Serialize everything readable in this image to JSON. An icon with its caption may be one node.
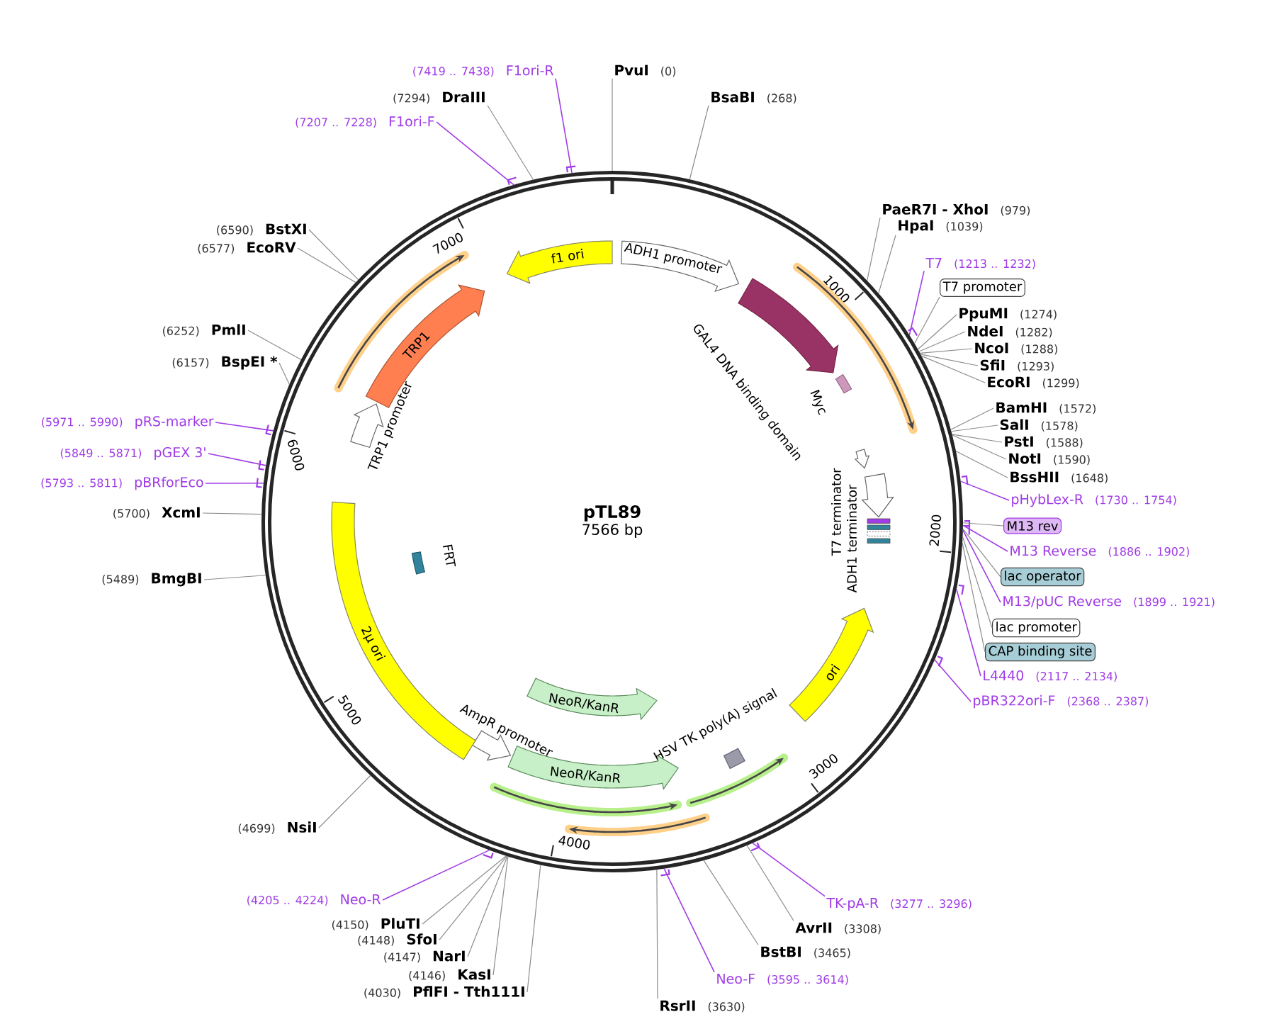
{
  "diagram": {
    "nodes": [
      {
        "text": [
          "pTL89",
          "7566 bp"
        ]
      },
      {
        "text": [
          "f1 ori"
        ],
        "in": 0
      },
      {
        "text": [
          "ADH1 promoter"
        ],
        "in": 0
      },
      {
        "text": [
          "GAL4 DNA binding domain"
        ],
        "in": 0
      },
      {
        "text": [
          "Myc"
        ],
        "in": 0
      },
      {
        "text": [
          "T7 terminator"
        ],
        "in": 0
      },
      {
        "text": [
          "ADH1 terminator"
        ],
        "in": 0
      },
      {
        "text": [
          "ori"
        ],
        "in": 0
      },
      {
        "text": [
          "HSV TK poly(A) signal"
        ],
        "in": 0
      },
      {
        "text": [
          "NeoR/KanR"
        ],
        "in": 0
      },
      {
        "text": [
          "NeoR/KanR"
        ],
        "in": 0
      },
      {
        "text": [
          "AmpR promoter"
        ],
        "in": 0
      },
      {
        "text": [
          "2μ ori"
        ],
        "in": 0
      },
      {
        "text": [
          "FRT"
        ],
        "in": 0
      },
      {
        "text": [
          "TRP1 promoter"
        ],
        "in": 0
      },
      {
        "text": [
          "TRP1"
        ],
        "in": 0
      },
      {
        "text": [
          "PvuI"
        ],
        "beside": [
          "(0)"
        ]
      },
      {
        "text": [
          "BsaBI"
        ],
        "beside": [
          "(268)"
        ]
      },
      {
        "text": [
          "PaeR7I - XhoI"
        ],
        "beside": [
          "(979)"
        ]
      },
      {
        "text": [
          "HpaI"
        ],
        "beside": [
          "(1039)"
        ]
      },
      {
        "text": [
          "T7"
        ],
        "beside": [
          "(1213 .. 1232)"
        ]
      },
      {
        "text": [
          "T7 promoter"
        ]
      },
      {
        "text": [
          "PpuMI"
        ],
        "beside": [
          "(1274)"
        ]
      },
      {
        "text": [
          "NdeI"
        ],
        "beside": [
          "(1282)"
        ]
      },
      {
        "text": [
          "NcoI"
        ],
        "beside": [
          "(1288)"
        ]
      },
      {
        "text": [
          "SfiI"
        ],
        "beside": [
          "(1293)"
        ]
      },
      {
        "text": [
          "EcoRI"
        ],
        "beside": [
          "(1299)"
        ]
      },
      {
        "text": [
          "BamHI"
        ],
        "beside": [
          "(1572)"
        ]
      },
      {
        "text": [
          "SalI"
        ],
        "beside": [
          "(1578)"
        ]
      },
      {
        "text": [
          "PstI"
        ],
        "beside": [
          "(1588)"
        ]
      },
      {
        "text": [
          "NotI"
        ],
        "beside": [
          "(1590)"
        ]
      },
      {
        "text": [
          "BssHII"
        ],
        "beside": [
          "(1648)"
        ]
      },
      {
        "text": [
          "pHybLex-R"
        ],
        "beside": [
          "(1730 .. 1754)"
        ]
      },
      {
        "text": [
          "M13 rev"
        ]
      },
      {
        "text": [
          "M13 Reverse"
        ],
        "beside": [
          "(1886 .. 1902)"
        ]
      },
      {
        "text": [
          "lac operator"
        ]
      },
      {
        "text": [
          "M13/pUC Reverse"
        ],
        "beside": [
          "(1899 .. 1921)"
        ]
      },
      {
        "text": [
          "lac promoter"
        ]
      },
      {
        "text": [
          "CAP binding site"
        ]
      },
      {
        "text": [
          "L4440"
        ],
        "beside": [
          "(2117 .. 2134)"
        ]
      },
      {
        "text": [
          "pBR322ori-F"
        ],
        "beside": [
          "(2368 .. 2387)"
        ]
      },
      {
        "text": [
          "TK-pA-R"
        ],
        "beside": [
          "(3277 .. 3296)"
        ]
      },
      {
        "text": [
          "AvrII"
        ],
        "beside": [
          "(3308)"
        ]
      },
      {
        "text": [
          "BstBI"
        ],
        "beside": [
          "(3465)"
        ]
      },
      {
        "text": [
          "Neo-F"
        ],
        "beside": [
          "(3595 .. 3614)"
        ]
      },
      {
        "text": [
          "RsrII"
        ],
        "beside": [
          "(3630)"
        ]
      },
      {
        "text": [
          "PflFI - Tth111I"
        ],
        "beside": [
          "(4030)"
        ]
      },
      {
        "text": [
          "KasI"
        ],
        "beside": [
          "(4146)"
        ]
      },
      {
        "text": [
          "NarI"
        ],
        "beside": [
          "(4147)"
        ]
      },
      {
        "text": [
          "SfoI"
        ],
        "beside": [
          "(4148)"
        ]
      },
      {
        "text": [
          "PluTI"
        ],
        "beside": [
          "(4150)"
        ]
      },
      {
        "text": [
          "Neo-R"
        ],
        "beside": [
          "(4205 .. 4224)"
        ]
      },
      {
        "text": [
          "NsiI"
        ],
        "beside": [
          "(4699)"
        ]
      },
      {
        "text": [
          "BmgBI"
        ],
        "beside": [
          "(5489)"
        ]
      },
      {
        "text": [
          "XcmI"
        ],
        "beside": [
          "(5700)"
        ]
      },
      {
        "text": [
          "pBRforEco"
        ],
        "beside": [
          "(5793 .. 5811)"
        ]
      },
      {
        "text": [
          "pGEX 3'"
        ],
        "beside": [
          "(5849 .. 5871)"
        ]
      },
      {
        "text": [
          "pRS-marker"
        ],
        "beside": [
          "(5971 .. 5990)"
        ]
      },
      {
        "text": [
          "BspEI *"
        ],
        "beside": [
          "(6157)"
        ]
      },
      {
        "text": [
          "PmlI"
        ],
        "beside": [
          "(6252)"
        ]
      },
      {
        "text": [
          "EcoRV"
        ],
        "beside": [
          "(6577)"
        ]
      },
      {
        "text": [
          "BstXI"
        ],
        "beside": [
          "(6590)"
        ]
      },
      {
        "text": [
          "F1ori-F"
        ],
        "beside": [
          "(7207 .. 7228)"
        ]
      },
      {
        "text": [
          "DraIII"
        ],
        "beside": [
          "(7294)"
        ]
      },
      {
        "text": [
          "F1ori-R"
        ],
        "beside": [
          "(7419 .. 7438)"
        ]
      }
    ],
    "edges": [
      {
        "from": 16,
        "to": 0,
        "arrow": "none"
      },
      {
        "from": 17,
        "to": 0,
        "arrow": "none"
      },
      {
        "from": 18,
        "to": 0,
        "arrow": "none"
      },
      {
        "from": 19,
        "to": 0,
        "arrow": "none"
      },
      {
        "from": 20,
        "to": 0,
        "arrow": "none",
        "color": "#a03ce6"
      },
      {
        "from": 21,
        "to": 0,
        "arrow": "none"
      },
      {
        "from": 22,
        "to": 0,
        "arrow": "none"
      },
      {
        "from": 23,
        "to": 0,
        "arrow": "none"
      },
      {
        "from": 24,
        "to": 0,
        "arrow": "none"
      },
      {
        "from": 25,
        "to": 0,
        "arrow": "none"
      },
      {
        "from": 26,
        "to": 0,
        "arrow": "none"
      },
      {
        "from": 27,
        "to": 0,
        "arrow": "none"
      },
      {
        "from": 28,
        "to": 0,
        "arrow": "none"
      },
      {
        "from": 29,
        "to": 0,
        "arrow": "none"
      },
      {
        "from": 30,
        "to": 0,
        "arrow": "none"
      },
      {
        "from": 31,
        "to": 0,
        "arrow": "none"
      },
      {
        "from": 32,
        "to": 0,
        "arrow": "none",
        "color": "#a03ce6"
      },
      {
        "from": 33,
        "to": 0,
        "arrow": "none"
      },
      {
        "from": 34,
        "to": 0,
        "arrow": "none",
        "color": "#a03ce6"
      },
      {
        "from": 35,
        "to": 0,
        "arrow": "none"
      },
      {
        "from": 36,
        "to": 0,
        "arrow": "none",
        "color": "#a03ce6"
      },
      {
        "from": 37,
        "to": 0,
        "arrow": "none"
      },
      {
        "from": 38,
        "to": 0,
        "arrow": "none"
      },
      {
        "from": 39,
        "to": 0,
        "arrow": "none",
        "color": "#a03ce6"
      },
      {
        "from": 40,
        "to": 0,
        "arrow": "none",
        "color": "#a03ce6"
      },
      {
        "from": 41,
        "to": 0,
        "arrow": "none",
        "color": "#a03ce6"
      },
      {
        "from": 42,
        "to": 0,
        "arrow": "none"
      },
      {
        "from": 43,
        "to": 0,
        "arrow": "none"
      },
      {
        "from": 44,
        "to": 0,
        "arrow": "none",
        "color": "#a03ce6"
      },
      {
        "from": 45,
        "to": 0,
        "arrow": "none"
      },
      {
        "from": 46,
        "to": 0,
        "arrow": "none"
      },
      {
        "from": 47,
        "to": 0,
        "arrow": "none"
      },
      {
        "from": 48,
        "to": 0,
        "arrow": "none"
      },
      {
        "from": 49,
        "to": 0,
        "arrow": "none"
      },
      {
        "from": 50,
        "to": 0,
        "arrow": "none"
      },
      {
        "from": 51,
        "to": 0,
        "arrow": "none",
        "color": "#a03ce6"
      },
      {
        "from": 52,
        "to": 0,
        "arrow": "none"
      },
      {
        "from": 53,
        "to": 0,
        "arrow": "none"
      },
      {
        "from": 54,
        "to": 0,
        "arrow": "none"
      },
      {
        "from": 55,
        "to": 0,
        "arrow": "none",
        "color": "#a03ce6"
      },
      {
        "from": 56,
        "to": 0,
        "arrow": "none",
        "color": "#a03ce6"
      },
      {
        "from": 57,
        "to": 0,
        "arrow": "none",
        "color": "#a03ce6"
      },
      {
        "from": 58,
        "to": 0,
        "arrow": "none"
      },
      {
        "from": 59,
        "to": 0,
        "arrow": "none"
      },
      {
        "from": 60,
        "to": 0,
        "arrow": "none"
      },
      {
        "from": 61,
        "to": 0,
        "arrow": "none"
      },
      {
        "from": 62,
        "to": 0,
        "arrow": "none",
        "color": "#a03ce6"
      },
      {
        "from": 63,
        "to": 0,
        "arrow": "none"
      },
      {
        "from": 64,
        "to": 0,
        "arrow": "none",
        "color": "#a03ce6"
      }
    ],
    "labels": [
      "1000",
      "2000",
      "3000",
      "4000",
      "5000",
      "6000",
      "7000"
    ]
  }
}
